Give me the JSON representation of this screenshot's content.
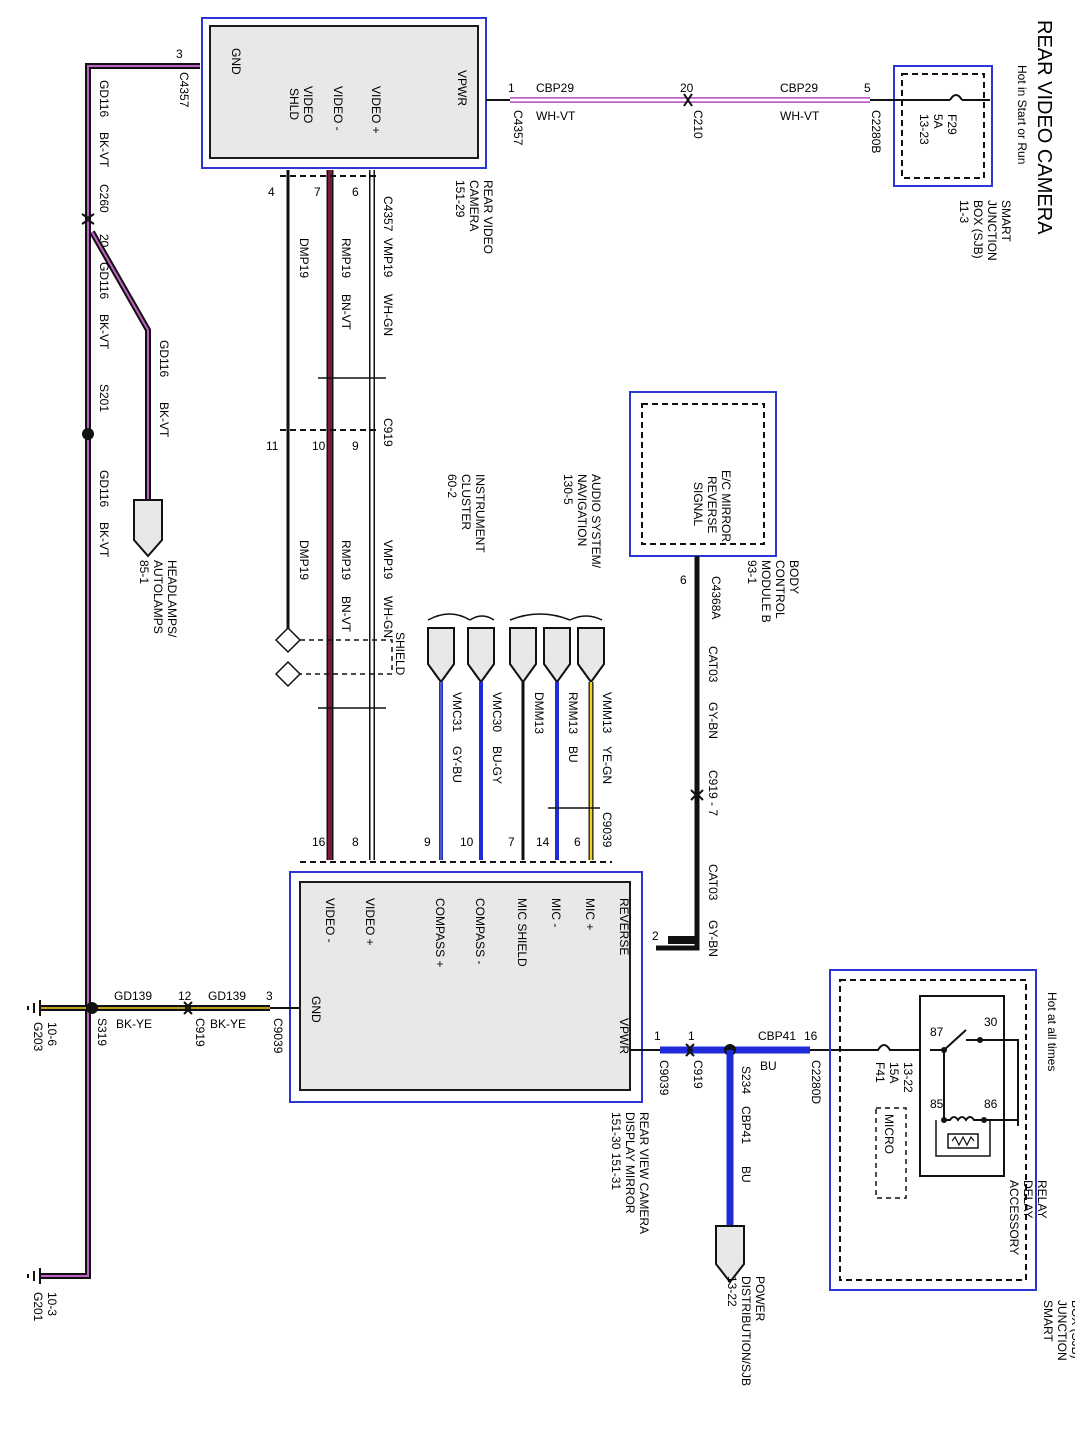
{
  "title": "REAR VIDEO CAMERA",
  "hot_start_run": "Hot in Start or Run",
  "hot_all_times": "Hot at all times",
  "sjb_label": [
    "SMART",
    "JUNCTION",
    "BOX (SJB)",
    "11-3"
  ],
  "fuse_f29": [
    "F29",
    "5A",
    "13-23"
  ],
  "fuse_f41": [
    "F41",
    "15A",
    "13-22"
  ],
  "rear_camera": {
    "name": [
      "REAR VIDEO",
      "CAMERA",
      "151-29"
    ],
    "pins": {
      "gnd": "GND",
      "vpwr": "VPWR",
      "video_plus": "VIDEO +",
      "video_minus": "VIDEO -",
      "video_shld": [
        "VIDEO",
        "SHLD"
      ]
    }
  },
  "mirror": {
    "name": [
      "REAR VIEW CAMERA",
      "DISPLAY MIRROR",
      "151-30   151-31"
    ],
    "pins": {
      "gnd": "GND",
      "vpwr": "VPWR",
      "reverse": "REVERSE",
      "mic_plus": "MIC +",
      "mic_minus": "MIC -",
      "mic_shield": "MIC SHIELD",
      "compass_minus": "COMPASS -",
      "compass_plus": "COMPASS +",
      "video_plus": "VIDEO +",
      "video_minus": "VIDEO -"
    }
  },
  "bcm": {
    "module": [
      "E/C MIRROR",
      "REVERSE",
      "SIGNAL"
    ],
    "name": [
      "BODY",
      "CONTROL",
      "MODULE B",
      "93-1"
    ]
  },
  "relay": {
    "name": [
      "ACCESSORY",
      "DELAY",
      "RELAY"
    ],
    "micro": "MICRO",
    "pins": [
      "30",
      "87",
      "85",
      "86"
    ]
  },
  "destinations": {
    "headlamps": [
      "HEADLAMPS/",
      "AUTOLAMPS",
      "85-1"
    ],
    "audio": [
      "AUDIO SYSTEM/",
      "NAVIGATION",
      "130-5"
    ],
    "cluster": [
      "INSTRUMENT",
      "CLUSTER",
      "60-2"
    ],
    "power": [
      "POWER",
      "DISTRIBUTION/SJB",
      "13-22"
    ]
  },
  "grounds": {
    "g201": [
      "G201",
      "10-3"
    ],
    "g203": [
      "G203",
      "10-6"
    ]
  },
  "connectors": {
    "c4357": "C4357",
    "c210": "C210",
    "c2280b": "C2280B",
    "c2280d": "C2280D",
    "c260": "C260",
    "c919": "C919",
    "c9039": "C9039",
    "c4368a": "C4368A",
    "c919_7": "C919 - 7"
  },
  "splices": {
    "s201": "S201",
    "s234": "S234",
    "s319": "S319"
  },
  "shield": "SHIELD",
  "pin_numbers": {
    "cam_gnd": "3",
    "cam_vpwr": "1",
    "c210": "20",
    "c2280b": "5",
    "cam_shld": "4",
    "cam_vm": "7",
    "cam_vp": "6",
    "c919_shld": "11",
    "c919_vm": "10",
    "c919_vp": "9",
    "m_vm": "16",
    "m_vp": "8",
    "m_cp": "9",
    "m_cm": "10",
    "m_ms": "7",
    "m_micm": "14",
    "m_micp": "6",
    "m_rev": "2",
    "m_gnd": "3",
    "c919_gnd": "12",
    "m_vpwr": "1",
    "c919_pwr": "1",
    "c2280d": "16",
    "c260": "20",
    "c4368a": "6"
  },
  "wires": {
    "cbp29": "CBP29",
    "wh_vt": "WH-VT",
    "gd116": "GD116",
    "bk_vt": "BK-VT",
    "dmp19": "DMP19",
    "rmp19": "RMP19",
    "bn_vt": "BN-VT",
    "vmp19": "VMP19",
    "wh_gn": "WH-GN",
    "vmc31": "VMC31",
    "gy_bu": "GY-BU",
    "vmc30": "VMC30",
    "bu_gy": "BU-GY",
    "dmm13": "DMM13",
    "rmm13": "RMM13",
    "bu": "BU",
    "vmm13": "VMM13",
    "ye_gn": "YE-GN",
    "cat03": "CAT03",
    "gy_bn": "GY-BN",
    "cbp41": "CBP41",
    "gd139": "GD139",
    "bk_ye": "BK-YE"
  },
  "wire_colors": {
    "black": "#111111",
    "violet": "#c060c8",
    "brown": "#7a1a35",
    "white": "#ffffff",
    "blue": "#1f2bd8",
    "yellow": "#f0d020",
    "frame_blue": "#2a36d6",
    "box_gray": "#e8e8e8"
  }
}
